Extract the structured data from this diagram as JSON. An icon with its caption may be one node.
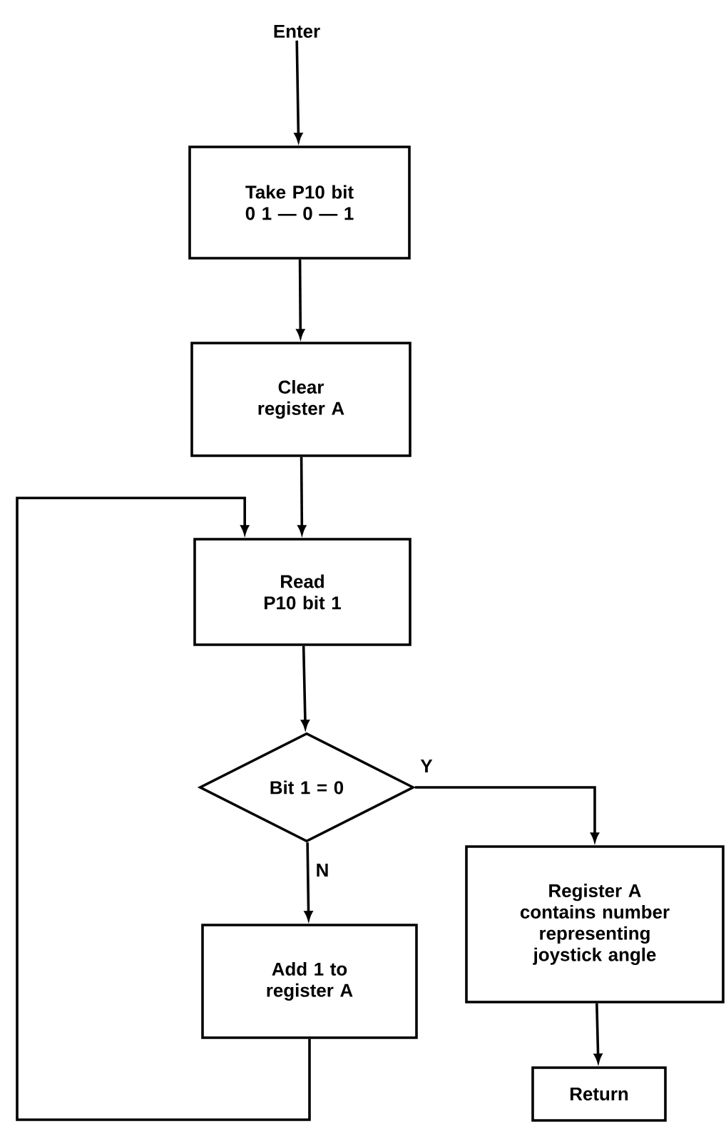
{
  "diagram": {
    "nodes": [
      {
        "text": [
          "Enter"
        ]
      },
      {
        "text": [
          "Take P10 bit 0 1 — 0 — 1"
        ]
      },
      {
        "text": [
          "Clear register A"
        ]
      },
      {
        "text": [
          "Read P10 bit 1"
        ]
      },
      {
        "text": [
          "Bit 1 = 0"
        ]
      },
      {
        "text": [
          "Register A contains number representing joystick angle"
        ]
      },
      {
        "text": [
          "Add 1 to register A"
        ]
      },
      {
        "text": [
          "Return"
        ]
      }
    ],
    "edges": [
      {
        "from": 0,
        "to": 1,
        "arrow": "to"
      },
      {
        "from": 1,
        "to": 2,
        "arrow": "to"
      },
      {
        "from": 2,
        "to": 3,
        "arrow": "to"
      },
      {
        "from": 3,
        "to": 4,
        "arrow": "to"
      },
      {
        "from": 4,
        "to": 5,
        "arrow": "to",
        "label": "Y"
      },
      {
        "from": 4,
        "to": 6,
        "arrow": "to",
        "label": "N"
      },
      {
        "from": 6,
        "to": 3,
        "arrow": "to"
      },
      {
        "from": 5,
        "to": 7,
        "arrow": "to"
      }
    ]
  }
}
